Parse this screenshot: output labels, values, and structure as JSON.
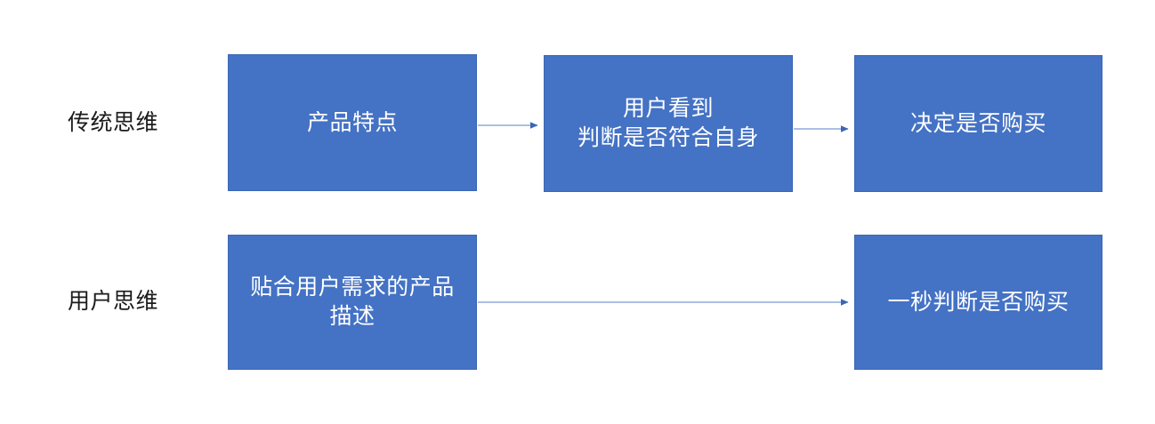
{
  "diagram": {
    "title": "",
    "background_color": "#ffffff",
    "node_fill_color": "#4472C4",
    "node_border_color": "#3b66b4",
    "node_text_color": "#ffffff",
    "label_text_color": "#1a1a1a",
    "connector_line_color": "#8FAADC",
    "connector_arrow_color": "#3b66b4",
    "rows": [
      {
        "label": "传统思维",
        "nodes": [
          {
            "name": "product-features",
            "text": "产品特点",
            "lines": [
              "产品特点"
            ]
          },
          {
            "name": "user-sees",
            "text": "用户看到 判断是否符合自身",
            "lines": [
              "用户看到",
              "判断是否符合自身"
            ]
          },
          {
            "name": "purchase-decision",
            "text": "决定是否购买",
            "lines": [
              "决定是否购买"
            ]
          }
        ],
        "connectors": [
          {
            "from": "product-features",
            "to": "user-sees",
            "style": "arrow"
          },
          {
            "from": "user-sees",
            "to": "purchase-decision",
            "style": "arrow"
          }
        ]
      },
      {
        "label": "用户思维",
        "nodes": [
          {
            "name": "user-centric-desc",
            "text": "贴合用户需求的产品描述",
            "lines": [
              "贴合用户需求的产品",
              "描述"
            ]
          },
          {
            "name": "instant-decision",
            "text": "一秒判断是否购买",
            "lines": [
              "一秒判断是否购买"
            ]
          }
        ],
        "connectors": [
          {
            "from": "user-centric-desc",
            "to": "instant-decision",
            "style": "arrow"
          }
        ]
      }
    ]
  },
  "labels": {
    "traditional_thinking": "传统思维",
    "user_thinking": "用户思维"
  },
  "nodes": {
    "product_features": "产品特点",
    "user_sees_line1": "用户看到",
    "user_sees_line2": "判断是否符合自身",
    "purchase_decision": "决定是否购买",
    "user_centric_desc_line1": "贴合用户需求的产品",
    "user_centric_desc_line2": "描述",
    "instant_decision": "一秒判断是否购买"
  }
}
